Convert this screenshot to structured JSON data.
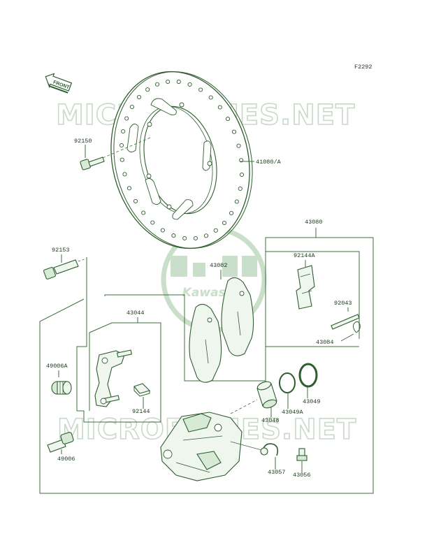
{
  "figure_code": "F2292",
  "front_arrow_label": "FRONT",
  "watermark_text": "MICROFICHES.NET",
  "logo_text": "Kawasaki",
  "colors": {
    "line": "#3e6f3e",
    "part_fill": "#eef6ee",
    "watermark": "#c9d9c9",
    "logo": "#bcd6bc"
  },
  "parts": {
    "p92150": "92150",
    "p41080A": "41080/A",
    "p43080": "43080",
    "p92153": "92153",
    "p43082": "43082",
    "p92144A": "92144A",
    "p43044": "43044",
    "p92043": "92043",
    "p43084": "43084",
    "p49006A": "49006A",
    "p43049": "43049",
    "p43049A": "43049A",
    "p92144": "92144",
    "p43048": "43048",
    "p49006": "49006",
    "p43057": "43057",
    "p43056": "43056"
  }
}
